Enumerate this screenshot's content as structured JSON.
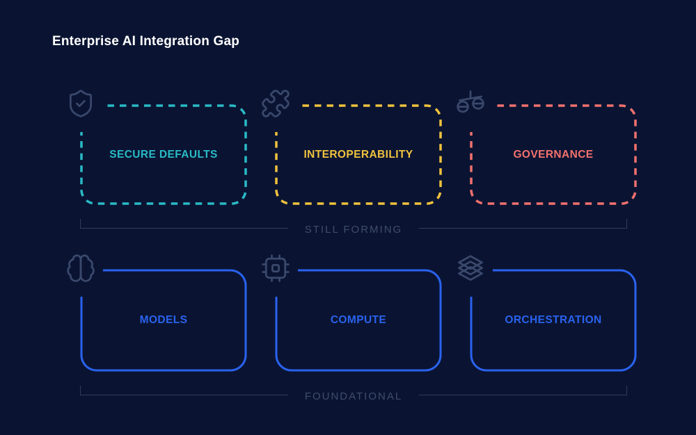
{
  "page": {
    "title": "Enterprise AI Integration Gap"
  },
  "colors": {
    "background": "#0A1432",
    "title_text": "#FFFFFF",
    "icon_muted": "#3A486C",
    "bracket_line": "#2E3C5C",
    "bracket_text": "#3E4C6E",
    "teal": "#2ABAC6",
    "yellow": "#F0C23E",
    "coral": "#F4716E",
    "blue": "#2A62EE"
  },
  "groups": [
    {
      "label": "STILL FORMING",
      "border_style": "dashed",
      "boxes": [
        {
          "label": "SECURE DEFAULTS",
          "color": "#2ABAC6",
          "icon": "shield-check-icon"
        },
        {
          "label": "INTEROPERABILITY",
          "color": "#F0C23E",
          "icon": "puzzle-icon"
        },
        {
          "label": "GOVERNANCE",
          "color": "#F4716E",
          "icon": "scale-icon"
        }
      ]
    },
    {
      "label": "FOUNDATIONAL",
      "border_style": "solid",
      "boxes": [
        {
          "label": "MODELS",
          "color": "#2A62EE",
          "icon": "brain-icon"
        },
        {
          "label": "COMPUTE",
          "color": "#2A62EE",
          "icon": "chip-icon"
        },
        {
          "label": "ORCHESTRATION",
          "color": "#2A62EE",
          "icon": "layers-icon"
        }
      ]
    }
  ]
}
